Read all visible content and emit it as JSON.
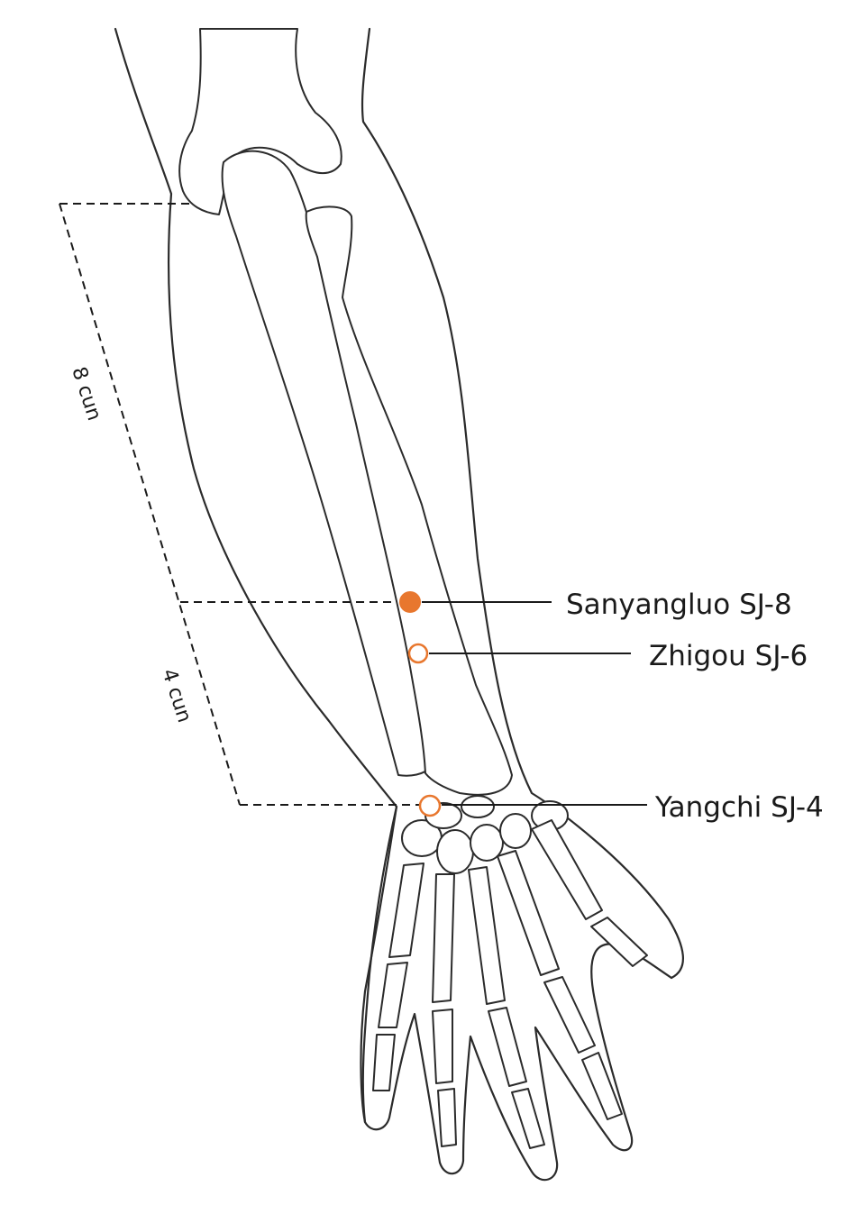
{
  "points": [
    {
      "name": "Sanyangluo SJ-8",
      "filled": true
    },
    {
      "name": "Zhigou SJ-6",
      "filled": false
    },
    {
      "name": "Yangchi SJ-4",
      "filled": false
    }
  ],
  "measurements": {
    "upper": "8 cun",
    "lower": "4 cun"
  },
  "colors": {
    "accent": "#e8772e",
    "line": "#1a1a1a"
  }
}
